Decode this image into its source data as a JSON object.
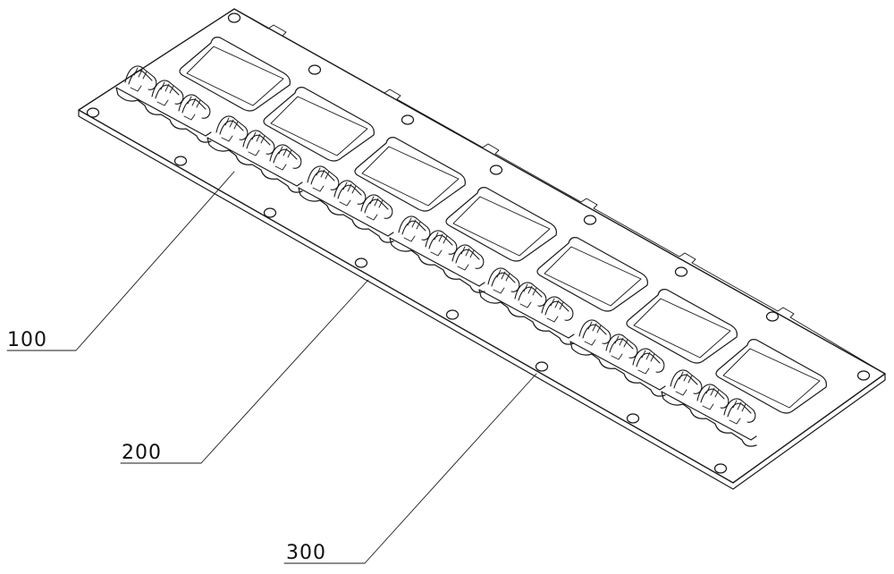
{
  "figure": {
    "reference_labels": [
      {
        "id": "label-100",
        "text": "100"
      },
      {
        "id": "label-200",
        "text": "200"
      },
      {
        "id": "label-300",
        "text": "300"
      }
    ]
  },
  "colors": {
    "ink": "#1a1a1a",
    "background": "#ffffff"
  }
}
